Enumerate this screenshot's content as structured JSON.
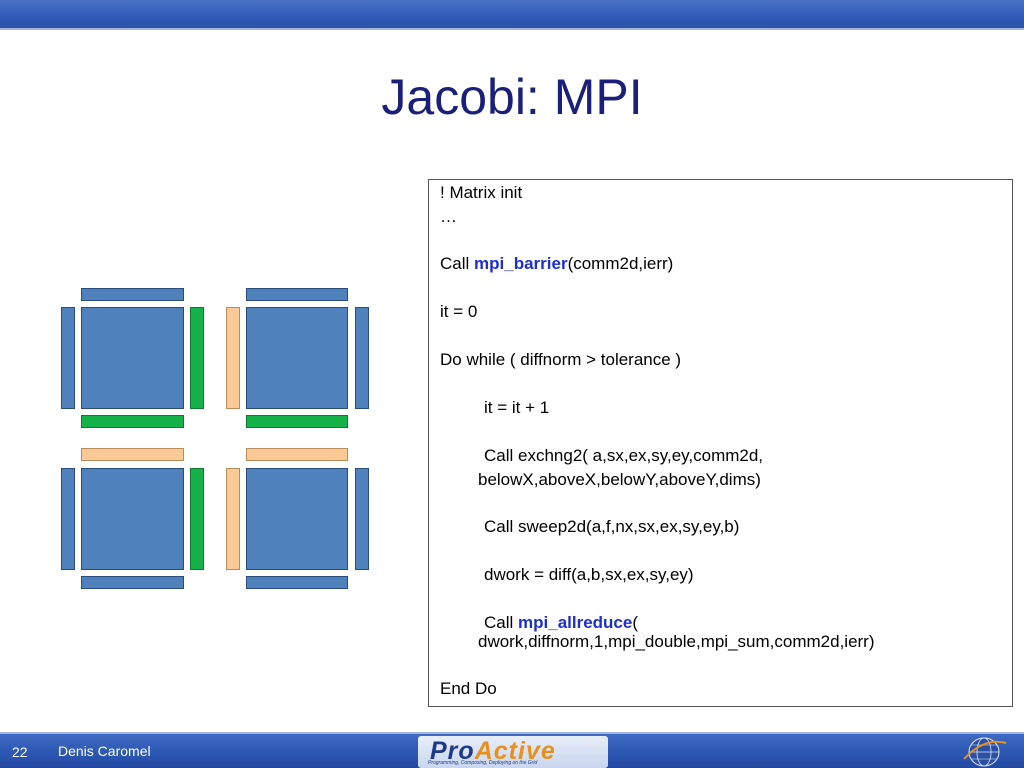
{
  "slide": {
    "title": "Jacobi: MPI",
    "page_number": "22",
    "author": "Denis Caromel"
  },
  "logo": {
    "part1": "Pro",
    "part2": "Active",
    "tagline": "Programming, Composing, Deploying on the Grid"
  },
  "code": {
    "line1": "! Matrix init",
    "line2": "…",
    "line3_pre": "Call ",
    "line3_kw": "mpi_barrier",
    "line3_post": "(comm2d,ierr)",
    "line4": "it = 0",
    "line5": "Do while ( diffnorm > tolerance )",
    "line6": "it = it + 1",
    "line7": "Call exchng2( a,sx,ex,sy,ey,comm2d,",
    "line8": "belowX,aboveX,belowY,aboveY,dims)",
    "line9": "Call sweep2d(a,f,nx,sx,ex,sy,ey,b)",
    "line10": "dwork = diff(a,b,sx,ex,sy,ey)",
    "line11_pre": "Call ",
    "line11_kw": "mpi_allreduce",
    "line11_post": "(",
    "line12": "dwork,diffnorm,1,mpi_double,mpi_sum,comm2d,ierr)",
    "line13": "End Do"
  },
  "colors": {
    "title": "#1a1f7a",
    "keyword": "#1d2fd0",
    "block_blue": "#4f81bd",
    "ghost_green": "#15b24a",
    "ghost_peach": "#fbc995",
    "bar_blue": "#2f5cb8",
    "logo_orange": "#e8901c"
  }
}
